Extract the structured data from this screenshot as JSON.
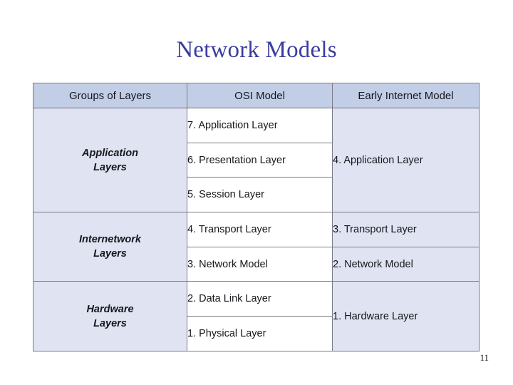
{
  "slide": {
    "title": "Network Models",
    "page_number": "11",
    "title_color": "#3b3d9e",
    "header_bg": "#c2cee6",
    "cell_bg": "#dfe3f2",
    "osi_cell_bg": "#ffffff"
  },
  "table": {
    "headers": [
      "Groups of Layers",
      "OSI Model",
      "Early Internet Model"
    ],
    "groups": [
      {
        "line1": "Application",
        "line2": "Layers",
        "rowspan": 3
      },
      {
        "line1": "Internetwork",
        "line2": "Layers",
        "rowspan": 2
      },
      {
        "line1": "Hardware",
        "line2": "Layers",
        "rowspan": 2
      }
    ],
    "osi_layers": [
      "7. Application Layer",
      "6. Presentation Layer",
      "5. Session Layer",
      "4. Transport Layer",
      "3. Network Model",
      "2. Data Link Layer",
      "1. Physical Layer"
    ],
    "internet_layers": [
      {
        "label": "4. Application Layer",
        "rowspan": 3
      },
      {
        "label": "3. Transport Layer",
        "rowspan": 1
      },
      {
        "label": "2. Network Model",
        "rowspan": 1
      },
      {
        "label": "1. Hardware Layer",
        "rowspan": 2
      }
    ]
  }
}
